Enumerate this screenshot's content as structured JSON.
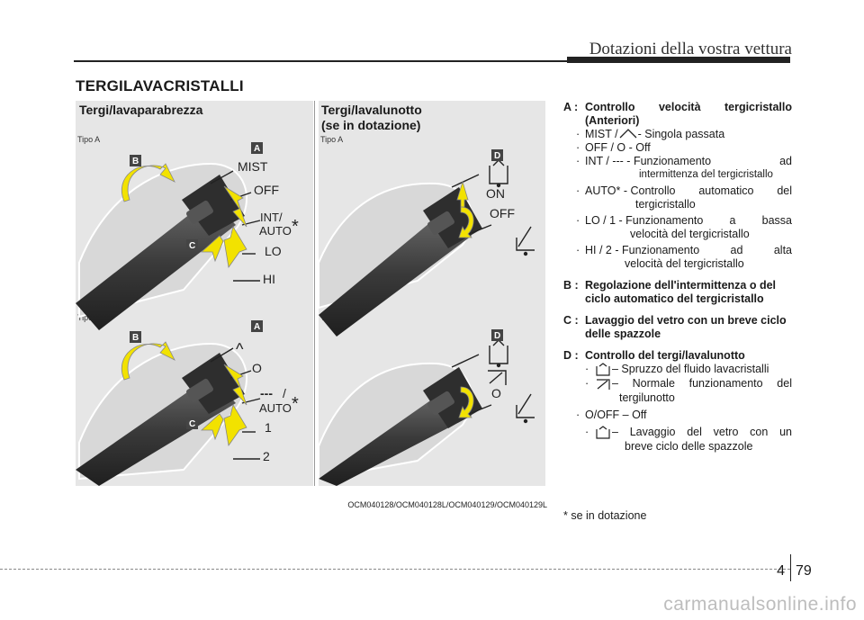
{
  "header": {
    "title": "Dotazioni della vostra vettura"
  },
  "section": {
    "title": "TERGILAVACRISTALLI"
  },
  "panels": {
    "front": {
      "title": "Tergi/lavaparabrezza"
    },
    "rear": {
      "title_line1": "Tergi/lavalunotto",
      "title_line2": "(se in dotazione)"
    }
  },
  "figure": {
    "tipo_a": "Tipo A",
    "tipo_b": "Tipo B",
    "front_a": {
      "mist": "MIST",
      "off": "OFF",
      "int": "INT/",
      "auto": "AUTO",
      "lo": "LO",
      "hi": "HI"
    },
    "front_b": {
      "mist_symbol": "^",
      "o": "O",
      "int_symbol": "---",
      "slash": "/",
      "auto": "AUTO",
      "one": "1",
      "two": "2"
    },
    "rear_a": {
      "on": "ON",
      "off": "OFF"
    },
    "rear_b": {
      "o": "O"
    },
    "badges": {
      "a": "A",
      "b": "B",
      "c": "C",
      "d": "D"
    },
    "asterisk": "*",
    "code": "OCM040128/OCM040128L/OCM040129/OCM040129L"
  },
  "legend": {
    "a_key": "A :",
    "a_title": "Controllo velocità tergicristallo (Anteriori)",
    "a_items": [
      {
        "label": "MIST / ",
        "desc": " - Singola passata"
      },
      {
        "label": "OFF / O - Off",
        "desc": ""
      },
      {
        "label": "INT / --- -",
        "desc": "Funzionamento ad",
        "desc2": "intermittenza del tergicristallo"
      },
      {
        "label": "AUTO* -",
        "desc": "Controllo automatico del",
        "desc2": "tergicristallo"
      },
      {
        "label": "LO / 1 -",
        "desc": "Funzionamento a bassa",
        "desc2": "velocità del tergicristallo"
      },
      {
        "label": "HI / 2 -",
        "desc": "Funzionamento ad alta",
        "desc2": "velocità del tergicristallo"
      }
    ],
    "b_key": "B :",
    "b_title": "Regolazione dell'intermittenza o del ciclo automatico del tergicristallo",
    "c_key": "C :",
    "c_title": "Lavaggio del vetro con un breve ciclo delle spazzole",
    "d_key": "D :",
    "d_title": "Controllo del tergi/lavalunotto",
    "d_items": [
      {
        "desc": "– Spruzzo del fluido lavacristalli"
      },
      {
        "desc": "– Normale funzionamento del",
        "desc2": "tergilunotto"
      },
      {
        "desc": "O/OFF – Off"
      },
      {
        "desc": "– Lavaggio del vetro con un",
        "desc2": "breve ciclo delle spazzole"
      }
    ],
    "footnote": "* se in dotazione"
  },
  "page": {
    "chapter": "4",
    "number": "79"
  },
  "watermark": "carmanualsonline.info",
  "colors": {
    "arrow_yellow": "#f2e200",
    "badge": "#444444",
    "panel_bg": "#e6e6e6",
    "stalk": "#3a3a3a"
  }
}
